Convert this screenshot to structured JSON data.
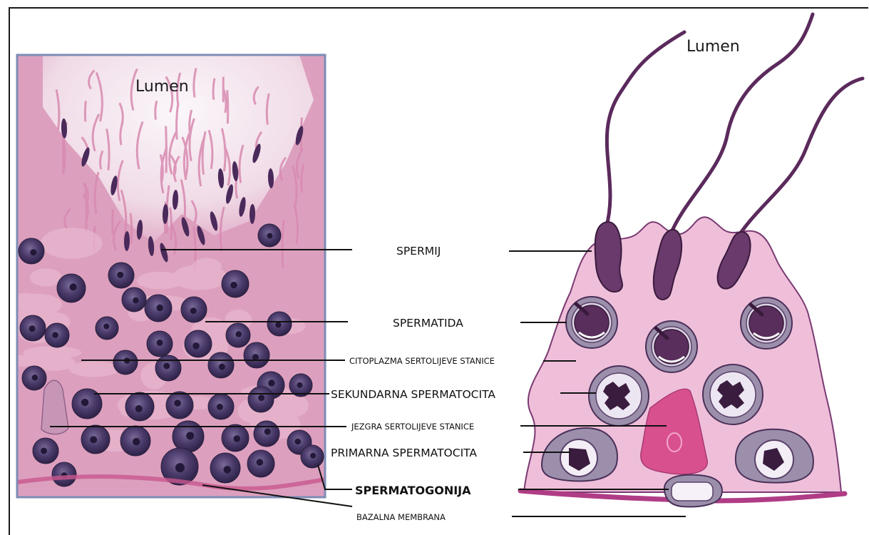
{
  "micrograph": {
    "lumen_label": "Lumen",
    "colors": {
      "frame": "#7d8db6",
      "tissue_bg": "#e4aac6",
      "lumen_bg": "#f4eef2",
      "nucleus": "#3c2c5a",
      "nucleus_light": "#6a5a88",
      "sperm_head": "#4a2a5a"
    }
  },
  "illustration": {
    "lumen_label": "Lumen",
    "colors": {
      "epithelium": "#efbfda",
      "epithelium_outline": "#7a3a72",
      "cell": "#9b8fac",
      "cell_inner": "#ddd6e6",
      "nucleus": "#5a2e5c",
      "sperm": "#5b2a5c",
      "sertoli_nucleus": "#d9508e",
      "basal_membrane": "#b03c86"
    }
  },
  "labels": [
    {
      "id": "spermij",
      "text": "SPERMIJ"
    },
    {
      "id": "spermatida",
      "text": "SPERMATIDA"
    },
    {
      "id": "citoplazma",
      "text": "CITOPLAZMA SERTOLIJEVE STANICE"
    },
    {
      "id": "sekundarna",
      "text": "SEKUNDARNA SPERMATOCITA"
    },
    {
      "id": "jezgra",
      "text": "JEZGRA SERTOLIJEVE STANICE"
    },
    {
      "id": "primarna",
      "text": "PRIMARNA SPERMATOCITA"
    },
    {
      "id": "spermatogonija",
      "text": "SPERMATOGONIJA"
    },
    {
      "id": "bazalna",
      "text": "BAZALNA MEMBRANA"
    }
  ]
}
